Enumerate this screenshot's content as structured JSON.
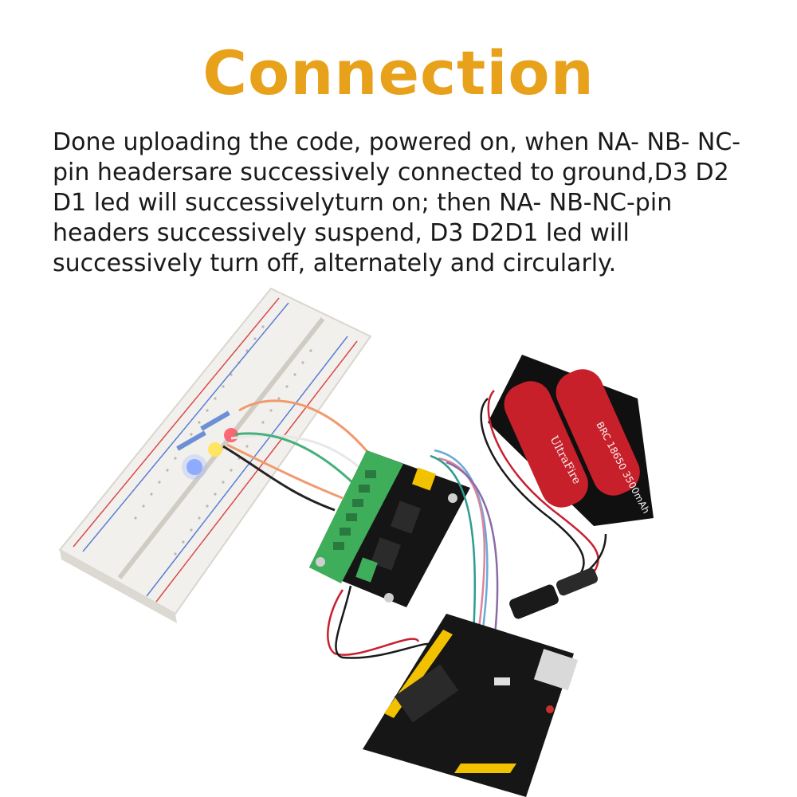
{
  "page": {
    "title": "Connection",
    "description": "Done uploading the code, powered on, when NA- NB- NC-pin headersare successively connected to ground,D3 D2 D1 led will successivelyturn on; then NA- NB-NC-pin headers successively suspend, D3 D2D1 led will successively turn off, alternately and circularly."
  },
  "photo": {
    "battery_label_1": "UltraFire",
    "battery_label_2": "BRC 18650 3500mAh",
    "colors": {
      "title": "#e8a11a",
      "board": "#121212",
      "terminal": "#3fae5a",
      "battery": "#c8202a",
      "header": "#f2c200"
    }
  }
}
